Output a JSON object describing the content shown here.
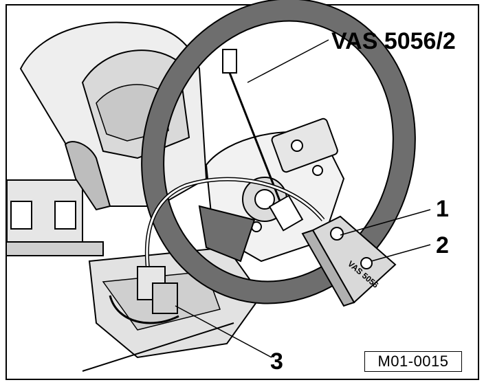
{
  "figure": {
    "tool_label": "VAS 5056/2",
    "device_text": "VAS 5056",
    "callouts": [
      "1",
      "2",
      "3"
    ],
    "reference_code": "M01-0015"
  },
  "colors": {
    "ink": "#000000",
    "paper": "#ffffff",
    "rim_shading": "#6e6e6e",
    "panel_shading": "#d9d9d9"
  }
}
